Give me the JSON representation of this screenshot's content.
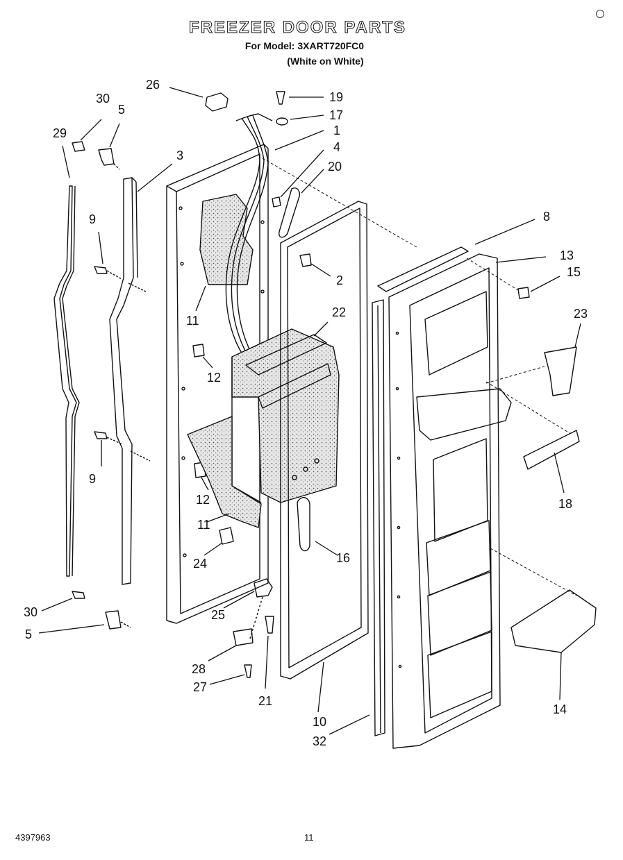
{
  "header": {
    "title": "FREEZER DOOR PARTS",
    "model_line": "For Model: 3XART720FC0",
    "variant_line": "(White on White)"
  },
  "callouts": [
    "26",
    "30",
    "5",
    "29",
    "19",
    "17",
    "1",
    "4",
    "20",
    "3",
    "9",
    "8",
    "13",
    "15",
    "2",
    "11",
    "22",
    "23",
    "12",
    "12",
    "9",
    "18",
    "11",
    "24",
    "16",
    "30",
    "25",
    "5",
    "28",
    "27",
    "21",
    "10",
    "14",
    "32"
  ],
  "footer": {
    "doc_number": "4397963",
    "page_number": "11"
  },
  "colors": {
    "line": "#111111",
    "foam_fill": "#d9d9d9",
    "background": "#ffffff"
  }
}
